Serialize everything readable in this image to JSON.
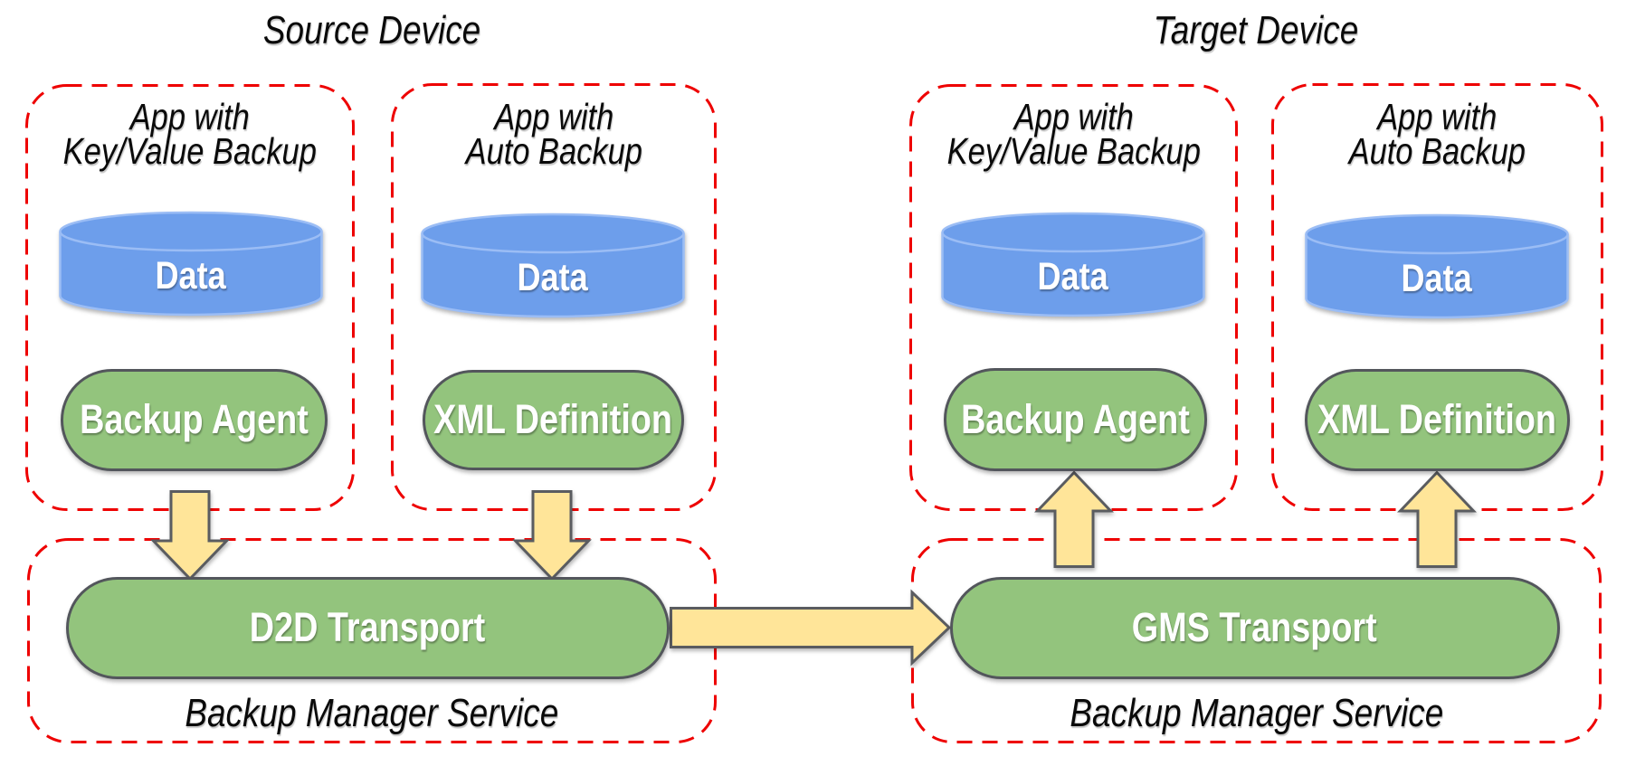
{
  "source": {
    "title": "Source Device",
    "apps": [
      {
        "title_line1": "App with",
        "title_line2": "Key/Value Backup",
        "data_label": "Data",
        "component_label": "Backup Agent"
      },
      {
        "title_line1": "App with",
        "title_line2": "Auto Backup",
        "data_label": "Data",
        "component_label": "XML Definition"
      }
    ],
    "service": {
      "transport_label": "D2D Transport",
      "name": "Backup Manager Service"
    }
  },
  "target": {
    "title": "Target Device",
    "apps": [
      {
        "title_line1": "App with",
        "title_line2": "Key/Value Backup",
        "data_label": "Data",
        "component_label": "Backup Agent"
      },
      {
        "title_line1": "App with",
        "title_line2": "Auto Backup",
        "data_label": "Data",
        "component_label": "XML Definition"
      }
    ],
    "service": {
      "transport_label": "GMS Transport",
      "name": "Backup Manager Service"
    }
  },
  "colors": {
    "boundary_red": "#ee0000",
    "data_blue": "#6d9eeb",
    "component_green": "#93c47d",
    "arrow_yellow": "#ffe599",
    "shape_border_gray": "#53565c",
    "label_white": "#ffffff",
    "label_black": "#0a0a0a"
  }
}
